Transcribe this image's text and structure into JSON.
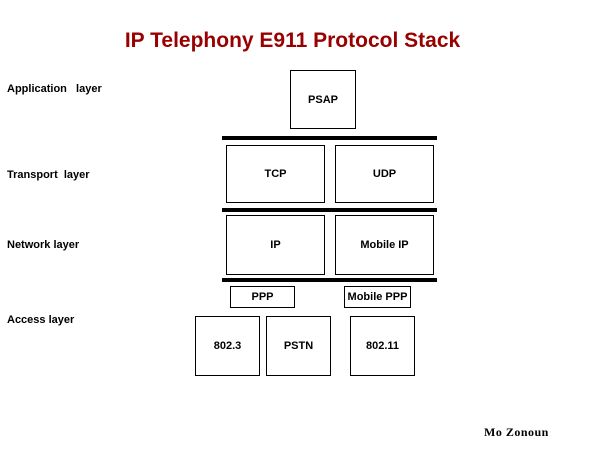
{
  "title": "IP Telephony E911 Protocol Stack",
  "layer_labels": {
    "application": "Application   layer",
    "transport": "Transport  layer",
    "network": "Network layer",
    "access": "Access layer"
  },
  "boxes": {
    "psap": "PSAP",
    "tcp": "TCP",
    "udp": "UDP",
    "ip": "IP",
    "mobile_ip": "Mobile IP",
    "ppp": "PPP",
    "mobile_ppp": "Mobile PPP",
    "ieee_802_3": "802.3",
    "pstn": "PSTN",
    "ieee_802_11": "802.11"
  },
  "signature": "Mo Zonoun",
  "colors": {
    "title": "#990000",
    "divider": "#000000",
    "box_border": "#000000",
    "background": "#ffffff"
  }
}
